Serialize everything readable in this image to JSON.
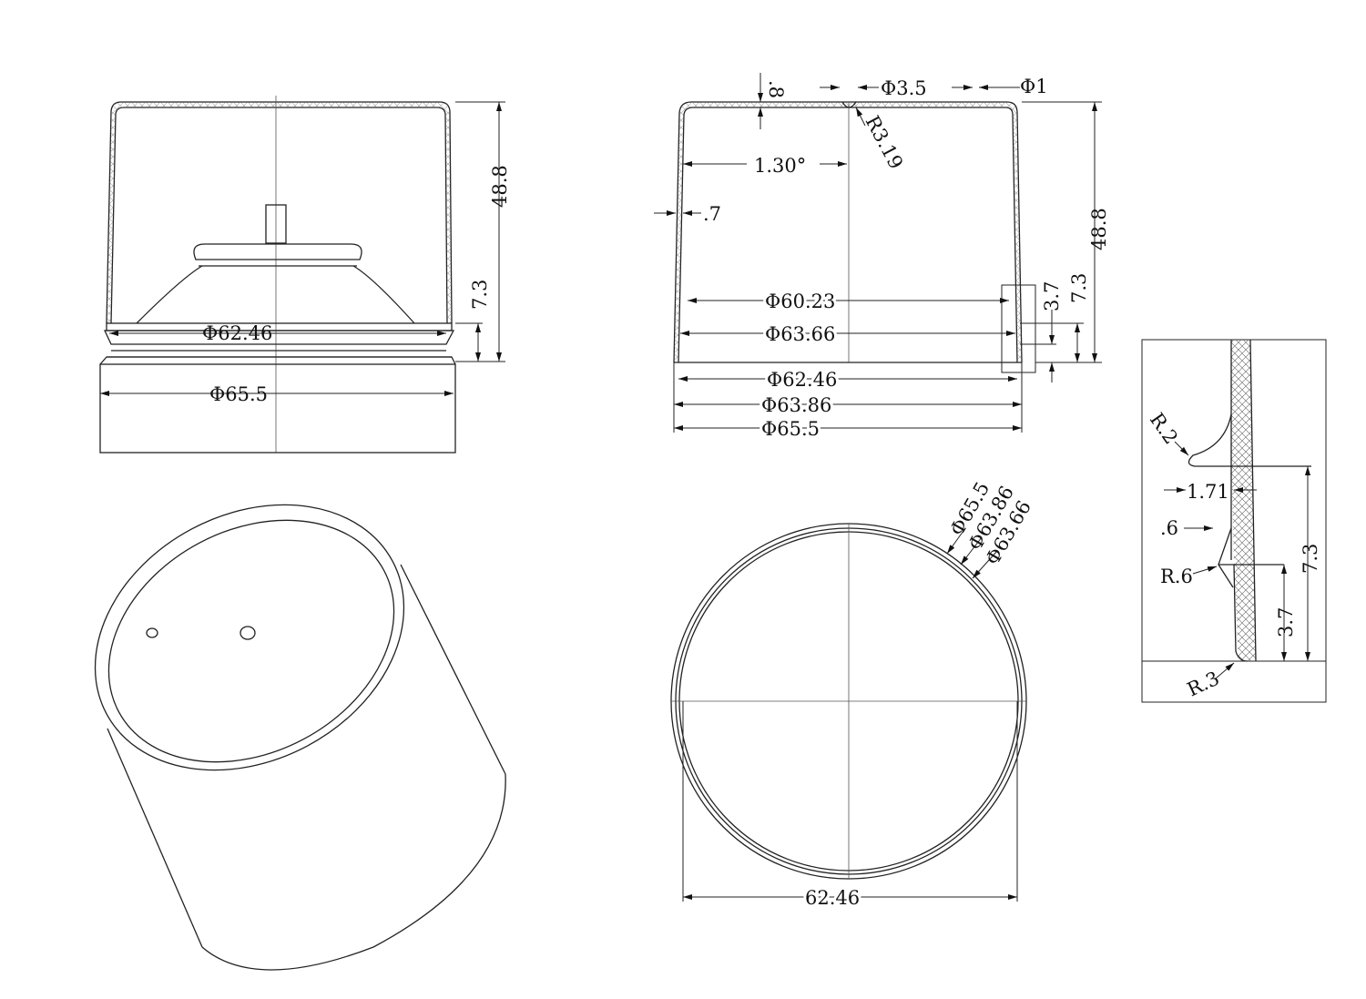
{
  "front_view": {
    "dia_inner": "Φ62.46",
    "dia_outer": "Φ65.5",
    "height": "48.8",
    "rim_height": "7.3"
  },
  "section_view": {
    "wall_top": ".8",
    "hole_dia": "Φ3.5",
    "vent_dia": "Φ1",
    "hole_radius": "R3.19",
    "draft_angle": "1.30°",
    "wall_side": ".7",
    "height": "48.8",
    "rim_height": "7.3",
    "bead_height": "3.7",
    "dia_1": "Φ60.23",
    "dia_2": "Φ63.66",
    "dia_3": "Φ62.46",
    "dia_4": "Φ63.86",
    "dia_5": "Φ65.5"
  },
  "detail_view": {
    "r_top": "R.2",
    "offset": "1.71",
    "step": ".6",
    "r_mid": "R.6",
    "r_bottom": "R.3",
    "height_total": "7.3",
    "height_lower": "3.7"
  },
  "bottom_view": {
    "dia_a": "Φ65.5",
    "dia_b": "Φ63.86",
    "dia_c": "Φ63.66",
    "width": "62.46"
  }
}
